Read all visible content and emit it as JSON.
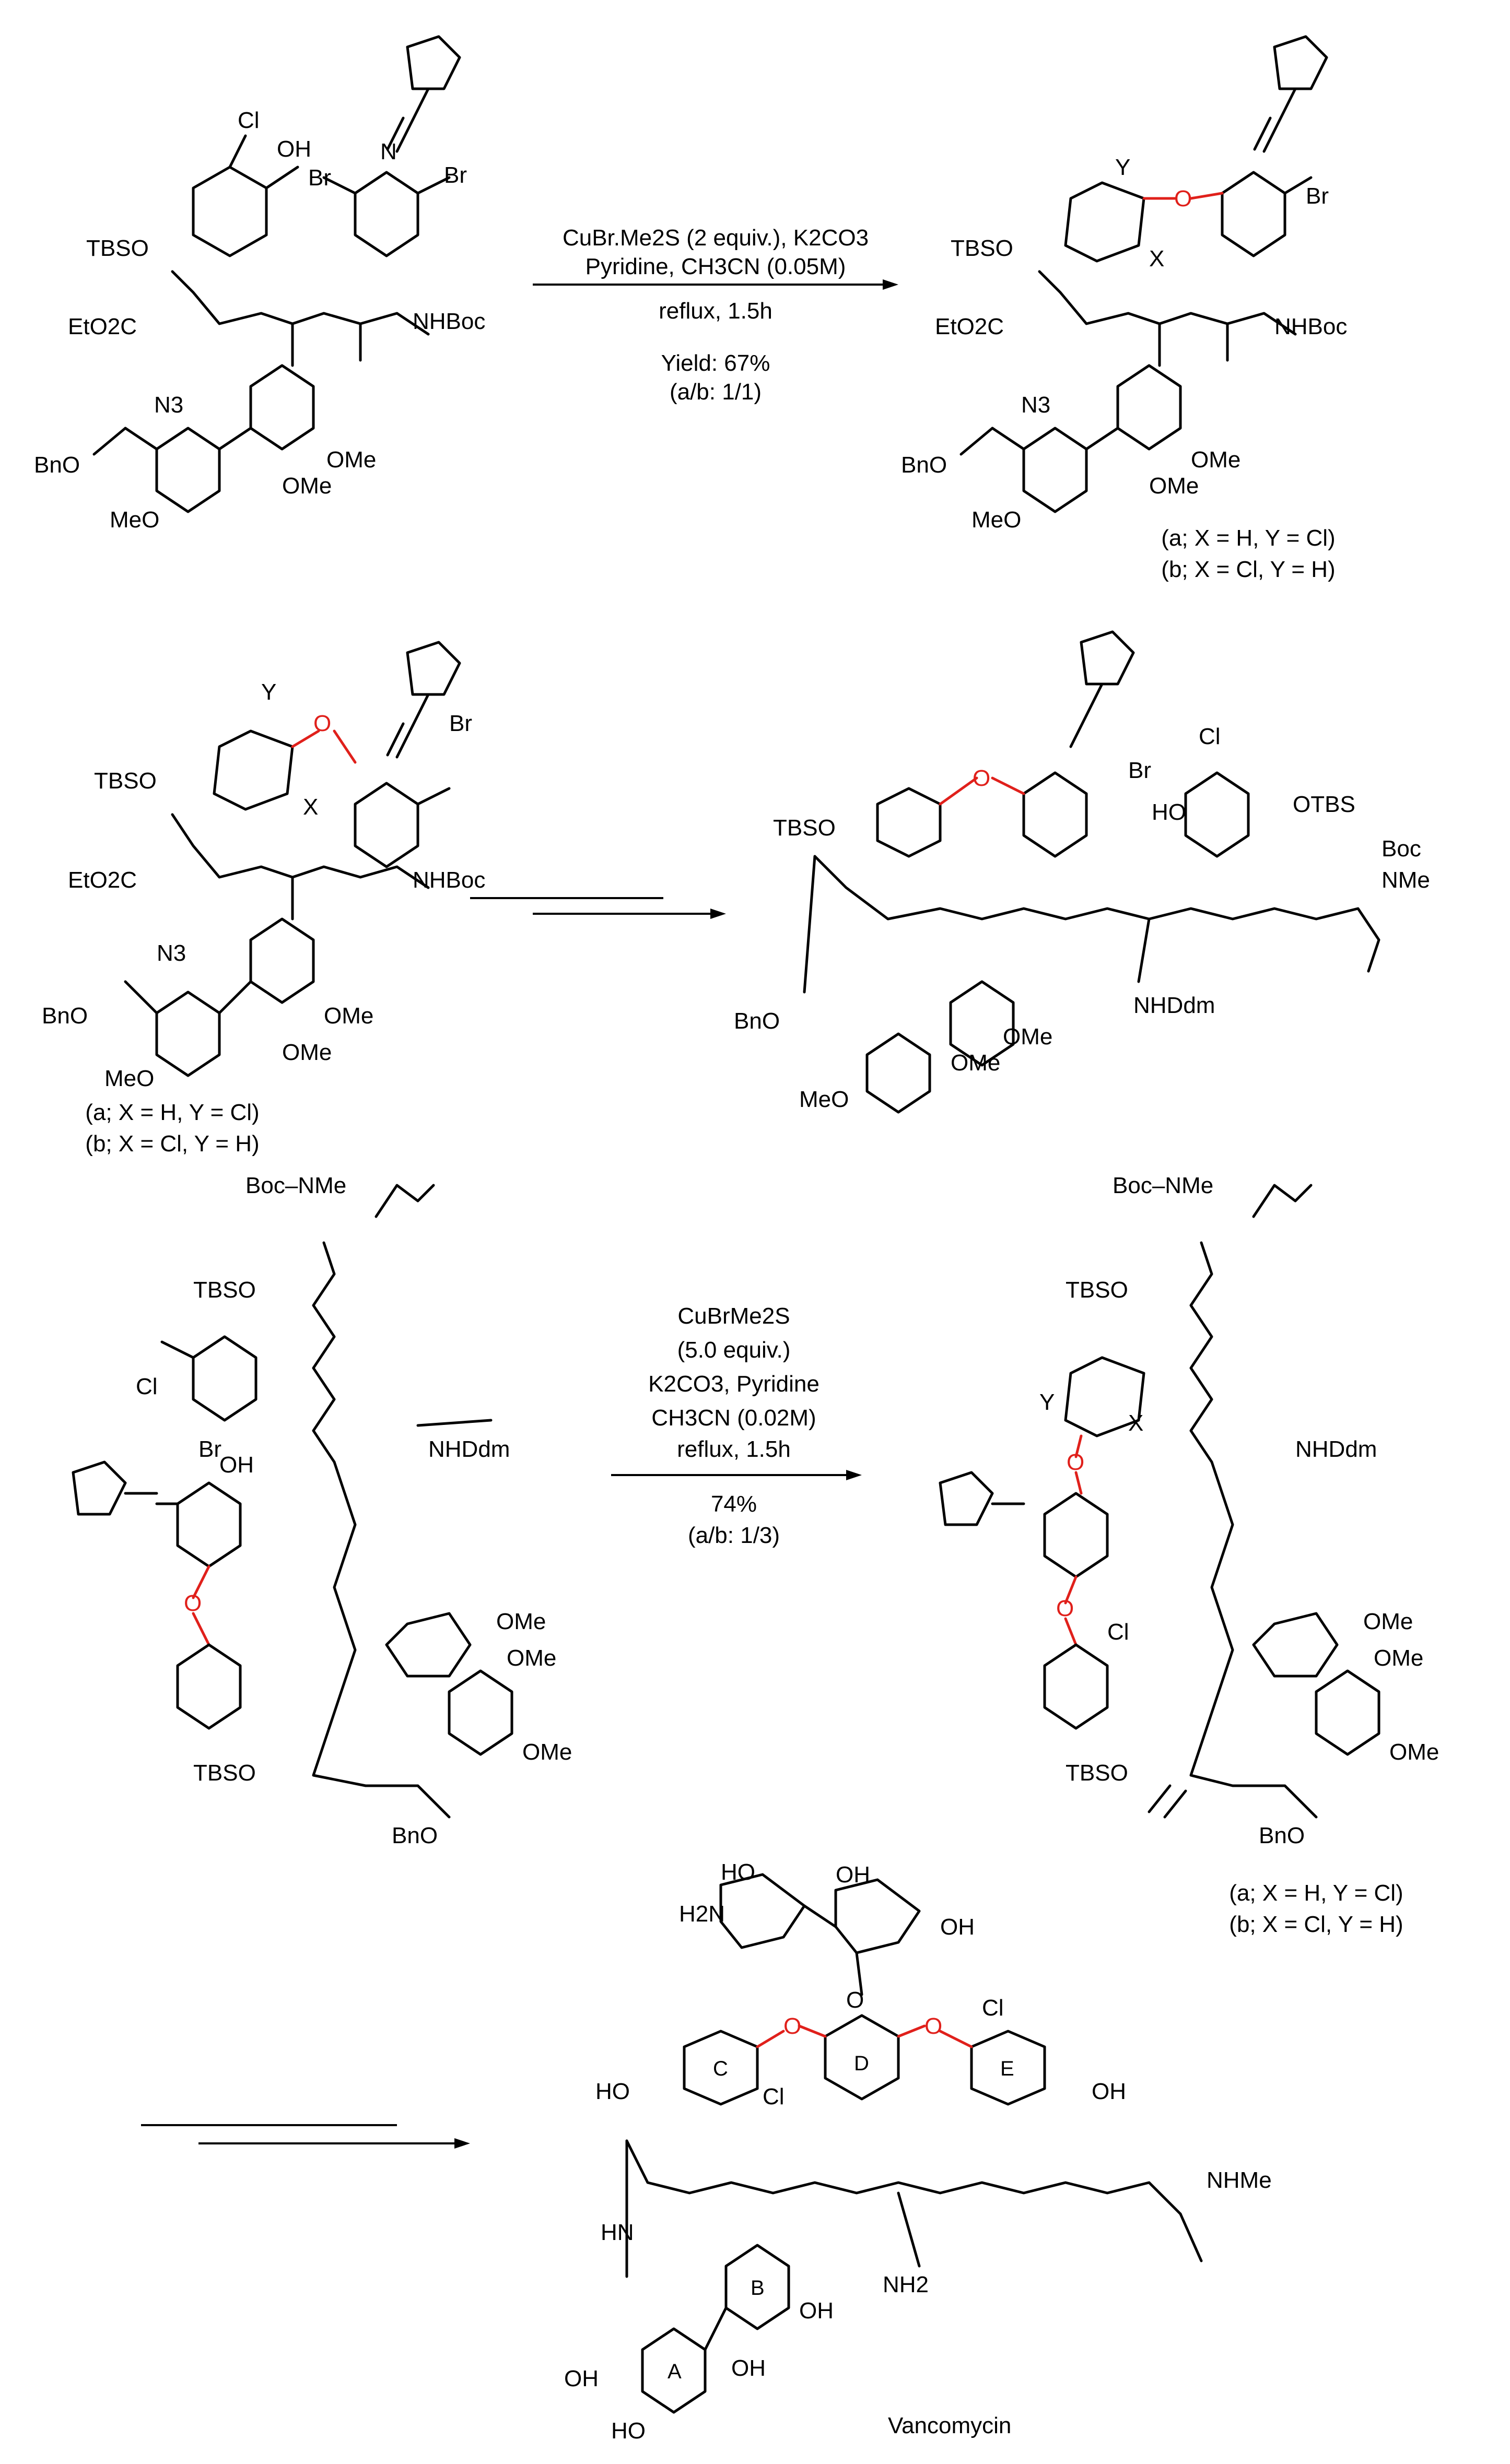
{
  "scheme": {
    "step1": {
      "reagents_line1": "CuBr.Me2S (2 equiv.), K2CO3",
      "reagents_line2": "Pyridine, CH3CN (0.05M)",
      "time": "reflux, 1.5h",
      "yield": "Yield: 67%",
      "ratio": "(a/b: 1/1)",
      "product_note_a": "(a; X = H, Y = Cl)",
      "product_note_b": "(b; X = Cl, Y = H)"
    },
    "step2": {
      "note_a": "(a; X = H, Y = Cl)",
      "note_b": "(b; X = Cl, Y = H)"
    },
    "step3": {
      "reagent_line1": "CuBrMe2S",
      "reagent_line2": "(5.0 equiv.)",
      "reagent_line3": "K2CO3, Pyridine",
      "reagent_line4": "CH3CN (0.02M)",
      "time": "reflux, 1.5h",
      "yield": "74%",
      "ratio": "(a/b: 1/3)",
      "product_note_a": "(a; X = H, Y = Cl)",
      "product_note_b": "(b; X = Cl, Y = H)"
    },
    "final": {
      "name": "Vancomycin",
      "ring_labels": [
        "A",
        "B",
        "C",
        "D",
        "E"
      ]
    }
  },
  "structure_labels": {
    "tbso": "TBSO",
    "otbs": "OTBS",
    "eto2c": "EtO2C",
    "nhboc": "NHBoc",
    "boc": "Boc",
    "nme": "NMe",
    "boc_nme": "Boc–NMe",
    "bno": "BnO",
    "meo": "MeO",
    "ome": "OMe",
    "n3": "N3",
    "cl": "Cl",
    "br": "Br",
    "oh": "OH",
    "ho": "HO",
    "h": "H",
    "nh": "NH",
    "hn": "HN",
    "n": "N",
    "o": "O",
    "x": "X",
    "y": "Y",
    "nhddm": "NHDdm",
    "nh2": "NH2",
    "h2n": "H2N",
    "nhme": "NHMe"
  },
  "colors": {
    "ether_bond": "#e0201b",
    "ink": "#000000"
  }
}
